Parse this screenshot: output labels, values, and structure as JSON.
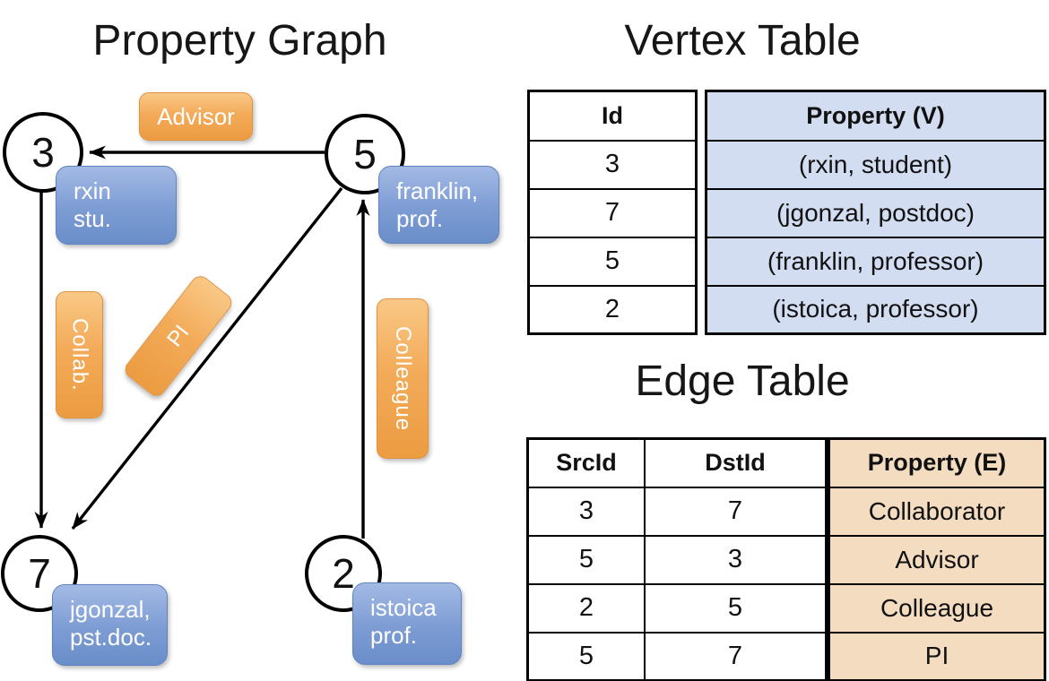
{
  "graph": {
    "title": "Property Graph",
    "nodes": [
      {
        "id": "3",
        "property_lines": [
          "rxin",
          "stu."
        ]
      },
      {
        "id": "5",
        "property_lines": [
          "franklin,",
          "prof."
        ]
      },
      {
        "id": "7",
        "property_lines": [
          "jgonzal,",
          "pst.doc."
        ]
      },
      {
        "id": "2",
        "property_lines": [
          "istoica",
          "prof."
        ]
      }
    ],
    "edge_labels": {
      "advisor": "Advisor",
      "collab": "Collab.",
      "pi": "PI",
      "colleague": "Colleague"
    }
  },
  "vertex_table": {
    "title": "Vertex Table",
    "id_header": "Id",
    "property_header": "Property (V)",
    "ids": [
      "3",
      "7",
      "5",
      "2"
    ],
    "properties": [
      "(rxin, student)",
      "(jgonzal, postdoc)",
      "(franklin, professor)",
      "(istoica, professor)"
    ]
  },
  "edge_table": {
    "title": "Edge Table",
    "src_header": "SrcId",
    "dst_header": "DstId",
    "property_header": "Property (E)",
    "rows": [
      {
        "src": "3",
        "dst": "7",
        "property": "Collaborator"
      },
      {
        "src": "5",
        "dst": "3",
        "property": "Advisor"
      },
      {
        "src": "2",
        "dst": "5",
        "property": "Colleague"
      },
      {
        "src": "5",
        "dst": "7",
        "property": "PI"
      }
    ]
  },
  "colors": {
    "edge_label_orange": "#f0a54f",
    "vertex_label_blue": "#7d9cd4",
    "vertex_table_cell_blue": "#d3ddf2",
    "edge_table_cell_tan": "#f4dcc1",
    "line_black": "#000000"
  }
}
